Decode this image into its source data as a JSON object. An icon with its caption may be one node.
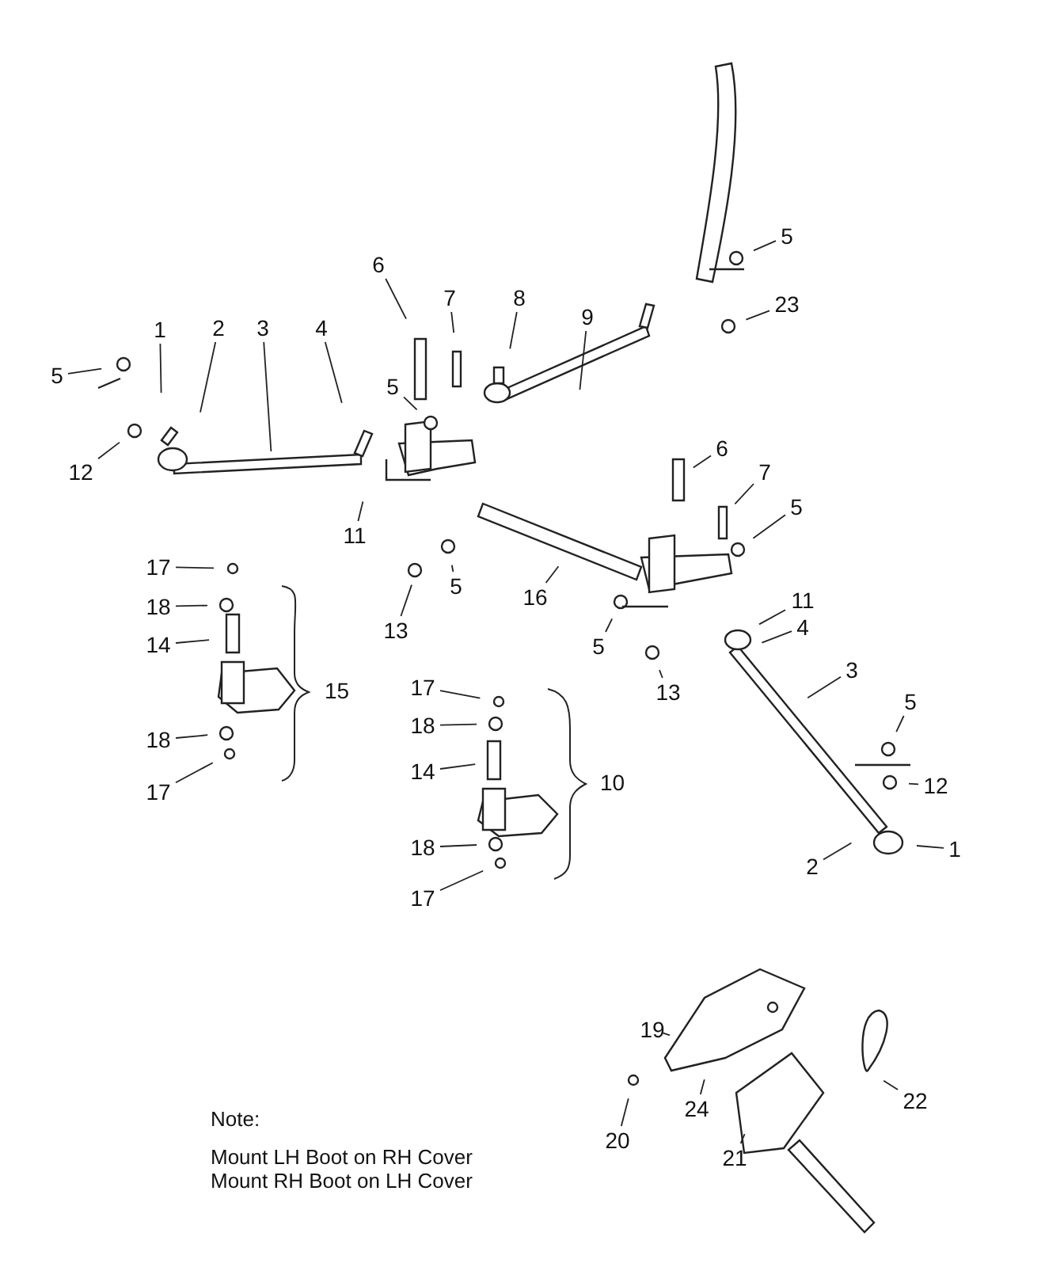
{
  "diagram": {
    "nodes": [
      {
        "text": [
          "1"
        ]
      },
      {
        "text": [
          "2"
        ]
      },
      {
        "text": [
          "3"
        ]
      },
      {
        "text": [
          "4"
        ]
      },
      {
        "text": [
          "5"
        ]
      },
      {
        "text": [
          "12"
        ]
      },
      {
        "text": [
          "6"
        ]
      },
      {
        "text": [
          "7"
        ]
      },
      {
        "text": [
          "8"
        ]
      },
      {
        "text": [
          "9"
        ]
      },
      {
        "text": [
          "5"
        ]
      },
      {
        "text": [
          "23"
        ]
      },
      {
        "text": [
          "5"
        ]
      },
      {
        "text": [
          "11"
        ]
      },
      {
        "text": [
          "13"
        ]
      },
      {
        "text": [
          "5"
        ]
      },
      {
        "text": [
          "16"
        ]
      },
      {
        "text": [
          "6"
        ]
      },
      {
        "text": [
          "7"
        ]
      },
      {
        "text": [
          "5"
        ]
      },
      {
        "text": [
          "11"
        ]
      },
      {
        "text": [
          "4"
        ]
      },
      {
        "text": [
          "3"
        ]
      },
      {
        "text": [
          "5"
        ]
      },
      {
        "text": [
          "13"
        ]
      },
      {
        "text": [
          "5"
        ]
      },
      {
        "text": [
          "12"
        ]
      },
      {
        "text": [
          "2"
        ]
      },
      {
        "text": [
          "1"
        ]
      },
      {
        "text": [
          "17"
        ]
      },
      {
        "text": [
          "18"
        ]
      },
      {
        "text": [
          "14"
        ]
      },
      {
        "text": [
          "18"
        ]
      },
      {
        "text": [
          "17"
        ]
      },
      {
        "text": [
          "17"
        ]
      },
      {
        "text": [
          "18"
        ]
      },
      {
        "text": [
          "14"
        ]
      },
      {
        "text": [
          "18"
        ]
      },
      {
        "text": [
          "17"
        ]
      },
      {
        "text": [
          "19"
        ]
      },
      {
        "text": [
          "24"
        ]
      },
      {
        "text": [
          "20"
        ]
      },
      {
        "text": [
          "21"
        ]
      },
      {
        "text": [
          "22"
        ]
      }
    ],
    "edges": [
      {
        "from": 0,
        "to": null,
        "arrow": "none"
      },
      {
        "from": 1,
        "to": null,
        "arrow": "none"
      },
      {
        "from": 2,
        "to": null,
        "arrow": "none"
      },
      {
        "from": 3,
        "to": null,
        "arrow": "none"
      },
      {
        "from": 4,
        "to": null,
        "arrow": "none"
      },
      {
        "from": 5,
        "to": null,
        "arrow": "none"
      },
      {
        "from": 6,
        "to": null,
        "arrow": "none"
      },
      {
        "from": 7,
        "to": null,
        "arrow": "none"
      },
      {
        "from": 8,
        "to": null,
        "arrow": "none"
      },
      {
        "from": 9,
        "to": null,
        "arrow": "none"
      },
      {
        "from": 10,
        "to": null,
        "arrow": "none"
      },
      {
        "from": 11,
        "to": null,
        "arrow": "none"
      },
      {
        "from": 12,
        "to": null,
        "arrow": "none"
      },
      {
        "from": 13,
        "to": null,
        "arrow": "none"
      },
      {
        "from": 14,
        "to": null,
        "arrow": "none"
      },
      {
        "from": 15,
        "to": null,
        "arrow": "none"
      },
      {
        "from": 16,
        "to": null,
        "arrow": "none"
      },
      {
        "from": 17,
        "to": null,
        "arrow": "none"
      },
      {
        "from": 18,
        "to": null,
        "arrow": "none"
      },
      {
        "from": 19,
        "to": null,
        "arrow": "none"
      },
      {
        "from": 20,
        "to": null,
        "arrow": "none"
      },
      {
        "from": 21,
        "to": null,
        "arrow": "none"
      },
      {
        "from": 22,
        "to": null,
        "arrow": "none"
      },
      {
        "from": 23,
        "to": null,
        "arrow": "none"
      },
      {
        "from": 24,
        "to": null,
        "arrow": "none"
      },
      {
        "from": 25,
        "to": null,
        "arrow": "none"
      },
      {
        "from": 26,
        "to": null,
        "arrow": "none"
      },
      {
        "from": 27,
        "to": null,
        "arrow": "none"
      },
      {
        "from": 28,
        "to": null,
        "arrow": "none"
      },
      {
        "from": 29,
        "to": null,
        "arrow": "none"
      },
      {
        "from": 30,
        "to": null,
        "arrow": "none"
      },
      {
        "from": 31,
        "to": null,
        "arrow": "none"
      },
      {
        "from": 32,
        "to": null,
        "arrow": "none"
      },
      {
        "from": 33,
        "to": null,
        "arrow": "none"
      },
      {
        "from": 34,
        "to": null,
        "arrow": "none"
      },
      {
        "from": 35,
        "to": null,
        "arrow": "none"
      },
      {
        "from": 36,
        "to": null,
        "arrow": "none"
      },
      {
        "from": 37,
        "to": null,
        "arrow": "none"
      },
      {
        "from": 38,
        "to": null,
        "arrow": "none"
      },
      {
        "from": 39,
        "to": null,
        "arrow": "none"
      },
      {
        "from": 40,
        "to": null,
        "arrow": "none"
      },
      {
        "from": 41,
        "to": null,
        "arrow": "none"
      },
      {
        "from": 42,
        "to": null,
        "arrow": "none"
      },
      {
        "from": 43,
        "to": null,
        "arrow": "none"
      }
    ],
    "labels": [
      "15",
      "10",
      "Note:",
      "Mount LH Boot on RH Cover",
      "Mount RH Boot on LH Cover"
    ]
  }
}
